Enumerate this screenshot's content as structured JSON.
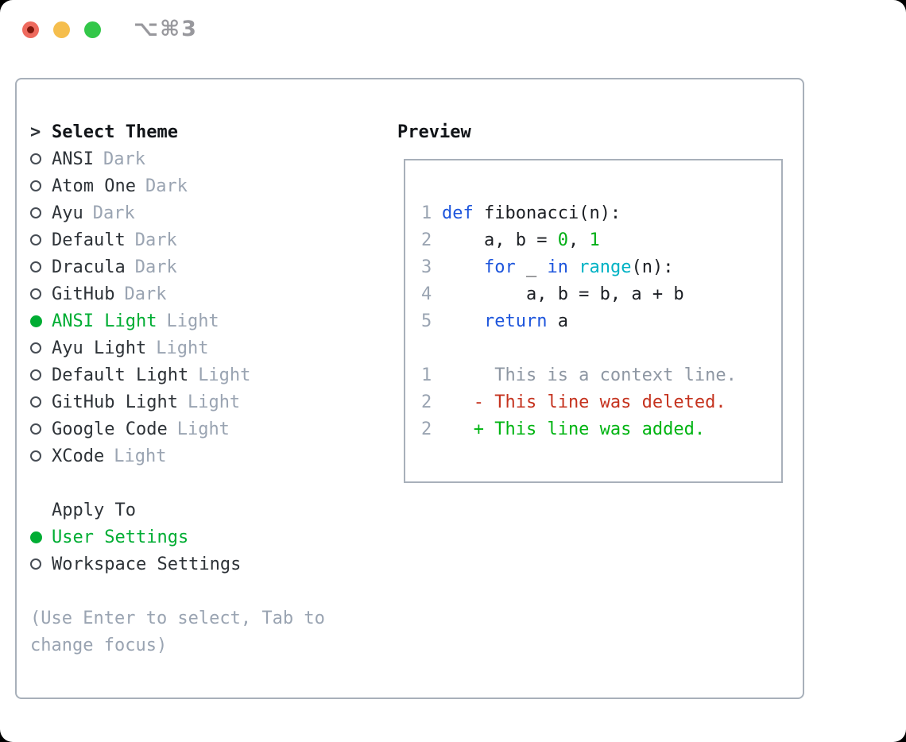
{
  "colors": {
    "border": "#A8B0BA",
    "dark_text": "#2E3338",
    "gray": "#9AA4B2",
    "green": "#00AD33",
    "code_plain": "#1C1F24",
    "keyword_blue": "#1D55DC",
    "builtin_cyan": "#00B2C4",
    "number_green": "#00AE14",
    "context_gray": "#8E97A3",
    "deleted_red": "#C5331F",
    "added_green": "#00B412",
    "shortcut_gray": "#98989D"
  },
  "titlebar": {
    "shortcut": "⌥⌘3",
    "traffic_lights": [
      {
        "name": "close",
        "color": "#EE6A5E",
        "dot": "#7F170C"
      },
      {
        "name": "minimize",
        "color": "#F5BE4D",
        "dot": ""
      },
      {
        "name": "zoom",
        "color": "#33C749",
        "dot": ""
      }
    ]
  },
  "theme_panel": {
    "prompt": ">",
    "header": "Select Theme",
    "items": [
      {
        "name": "ANSI",
        "tag": "Dark",
        "selected": false
      },
      {
        "name": "Atom One",
        "tag": "Dark",
        "selected": false
      },
      {
        "name": "Ayu",
        "tag": "Dark",
        "selected": false
      },
      {
        "name": "Default",
        "tag": "Dark",
        "selected": false
      },
      {
        "name": "Dracula",
        "tag": "Dark",
        "selected": false
      },
      {
        "name": "GitHub",
        "tag": "Dark",
        "selected": false
      },
      {
        "name": "ANSI Light",
        "tag": "Light",
        "selected": true
      },
      {
        "name": "Ayu Light",
        "tag": "Light",
        "selected": false
      },
      {
        "name": "Default Light",
        "tag": "Light",
        "selected": false
      },
      {
        "name": "GitHub Light",
        "tag": "Light",
        "selected": false
      },
      {
        "name": "Google Code",
        "tag": "Light",
        "selected": false
      },
      {
        "name": "XCode",
        "tag": "Light",
        "selected": false
      }
    ]
  },
  "apply_panel": {
    "header": "Apply To",
    "options": [
      {
        "label": "User Settings",
        "selected": true
      },
      {
        "label": "Workspace Settings",
        "selected": false
      }
    ]
  },
  "hint": {
    "lines": [
      "(Use Enter to select, Tab to",
      "change focus)"
    ]
  },
  "preview": {
    "header": "Preview",
    "code_lines": [
      {
        "no": "1",
        "segments": [
          {
            "t": "def",
            "c": "kw"
          },
          {
            "t": " fibonacci(n):",
            "c": "pl"
          }
        ]
      },
      {
        "no": "2",
        "segments": [
          {
            "t": "    a, b = ",
            "c": "pl"
          },
          {
            "t": "0",
            "c": "num"
          },
          {
            "t": ", ",
            "c": "pl"
          },
          {
            "t": "1",
            "c": "num"
          }
        ]
      },
      {
        "no": "3",
        "segments": [
          {
            "t": "    ",
            "c": "pl"
          },
          {
            "t": "for",
            "c": "kw"
          },
          {
            "t": " _ ",
            "c": "pl"
          },
          {
            "t": "in",
            "c": "kw"
          },
          {
            "t": " ",
            "c": "pl"
          },
          {
            "t": "range",
            "c": "fn"
          },
          {
            "t": "(n):",
            "c": "pl"
          }
        ]
      },
      {
        "no": "4",
        "segments": [
          {
            "t": "        a, b = b, a + b",
            "c": "pl"
          }
        ]
      },
      {
        "no": "5",
        "segments": [
          {
            "t": "    ",
            "c": "pl"
          },
          {
            "t": "return",
            "c": "kw"
          },
          {
            "t": " a",
            "c": "pl"
          }
        ]
      },
      {
        "no": "",
        "segments": []
      },
      {
        "no": "1",
        "segments": [
          {
            "t": "     This is a context line.",
            "c": "ctx"
          }
        ]
      },
      {
        "no": "2",
        "segments": [
          {
            "t": "   - This line was deleted.",
            "c": "del"
          }
        ]
      },
      {
        "no": "2",
        "segments": [
          {
            "t": "   + This line was added.",
            "c": "add"
          }
        ]
      }
    ]
  }
}
